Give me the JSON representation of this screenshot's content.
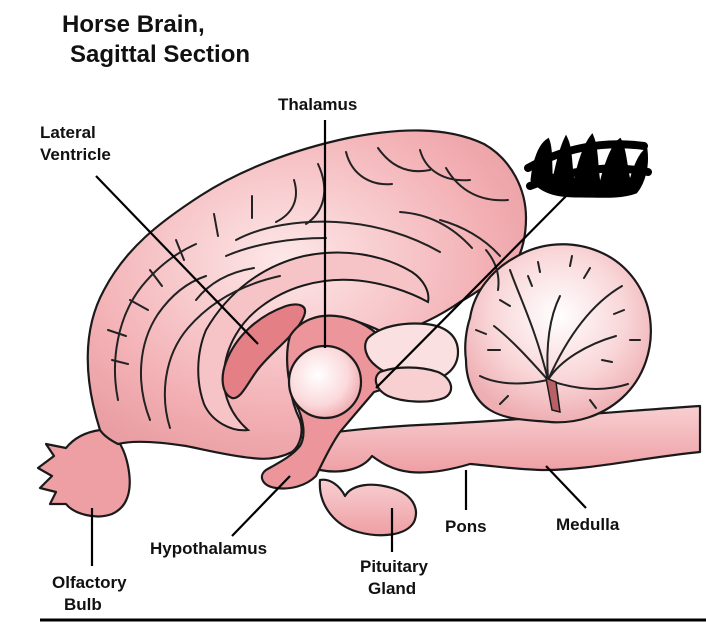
{
  "title": [
    "Horse Brain,",
    "Sagittal Section"
  ],
  "labels": {
    "thalamus": "Thalamus",
    "lateral_ventricle": [
      "Lateral",
      "Ventricle"
    ],
    "hypothalamus": "Hypothalamus",
    "pituitary_gland": [
      "Pituitary",
      "Gland"
    ],
    "pons": "Pons",
    "medulla": "Medulla",
    "olfactory_bulb": [
      "Olfactory",
      "Bulb"
    ]
  },
  "colors": {
    "background": "#ffffff",
    "cerebrum": "#f4b6b9",
    "cerebrum_light": "#fbdcdd",
    "deep_structures": "#e8868c",
    "brainstem": "#f3b3b6",
    "cerebellum": "#f9d3d5",
    "scribble": "#000000",
    "outline": "#1a1a1a"
  }
}
